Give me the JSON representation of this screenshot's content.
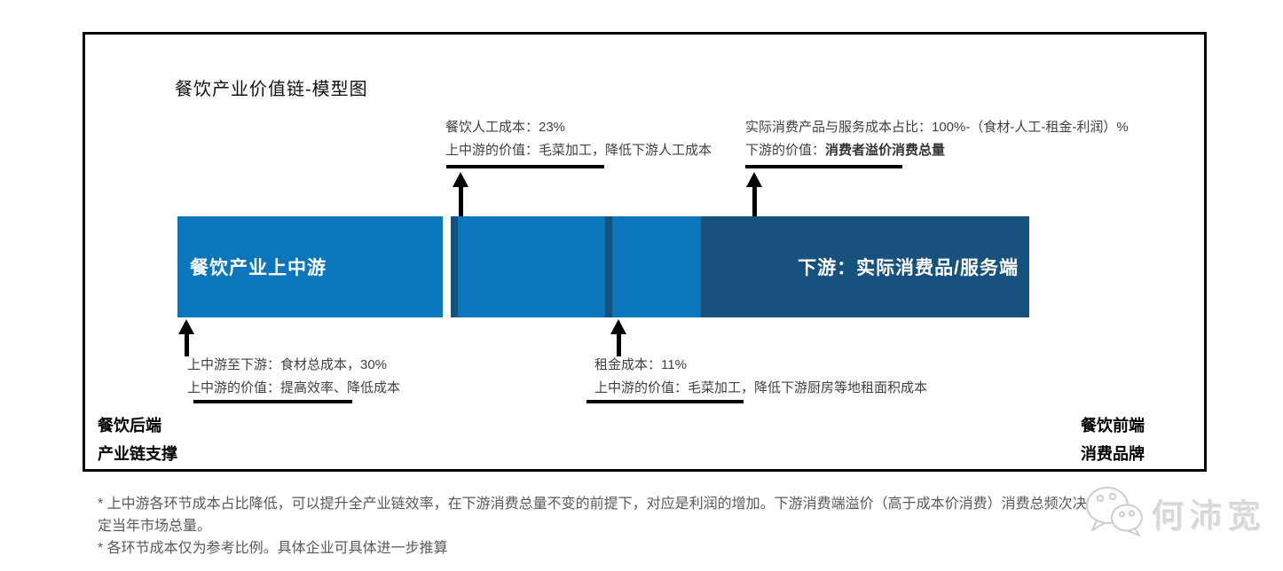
{
  "title": "餐饮产业价值链-模型图",
  "colors": {
    "segment_blue": "#0b76bb",
    "segment_navy": "#17517d",
    "annotation_text": "#404040",
    "footnote_text": "#595959",
    "watermark_gray": "#dadada"
  },
  "bar": {
    "upstream_label": "餐饮产业上中游",
    "downstream_label": "下游：实际消费品/服务端"
  },
  "annotations": {
    "top_left": {
      "line1": "餐饮人工成本：23%",
      "line2": "上中游的价值：毛菜加工，降低下游人工成本"
    },
    "top_right": {
      "line1": "实际消费产品与服务成本占比：100%-（食材-人工-租金-利润）%",
      "line2_prefix": "下游的价值：",
      "line2_bold": "消费者溢价消费总量"
    },
    "bottom_left": {
      "line1": "上中游至下游：食材总成本，30%",
      "line2": "上中游的价值：提高效率、降低成本"
    },
    "bottom_mid": {
      "line1": "租金成本：11%",
      "line2": "上中游的价值：毛菜加工，降低下游厨房等地租面积成本"
    }
  },
  "corner_labels": {
    "left_line1": "餐饮后端",
    "left_line2": "产业链支撑",
    "right_line1": "餐饮前端",
    "right_line2": "消费品牌"
  },
  "footnotes": {
    "line1": "* 上中游各环节成本占比降低，可以提升全产业链效率，在下游消费总量不变的前提下，对应是利润的增加。下游消费端溢价（高于成本价消费）消费总频次决",
    "line2": "定当年市场总量。",
    "line3": "* 各环节成本仅为参考比例。具体企业可具体进一步推算"
  },
  "watermark": {
    "name": "何沛宽",
    "logo": "wechat-logo"
  }
}
